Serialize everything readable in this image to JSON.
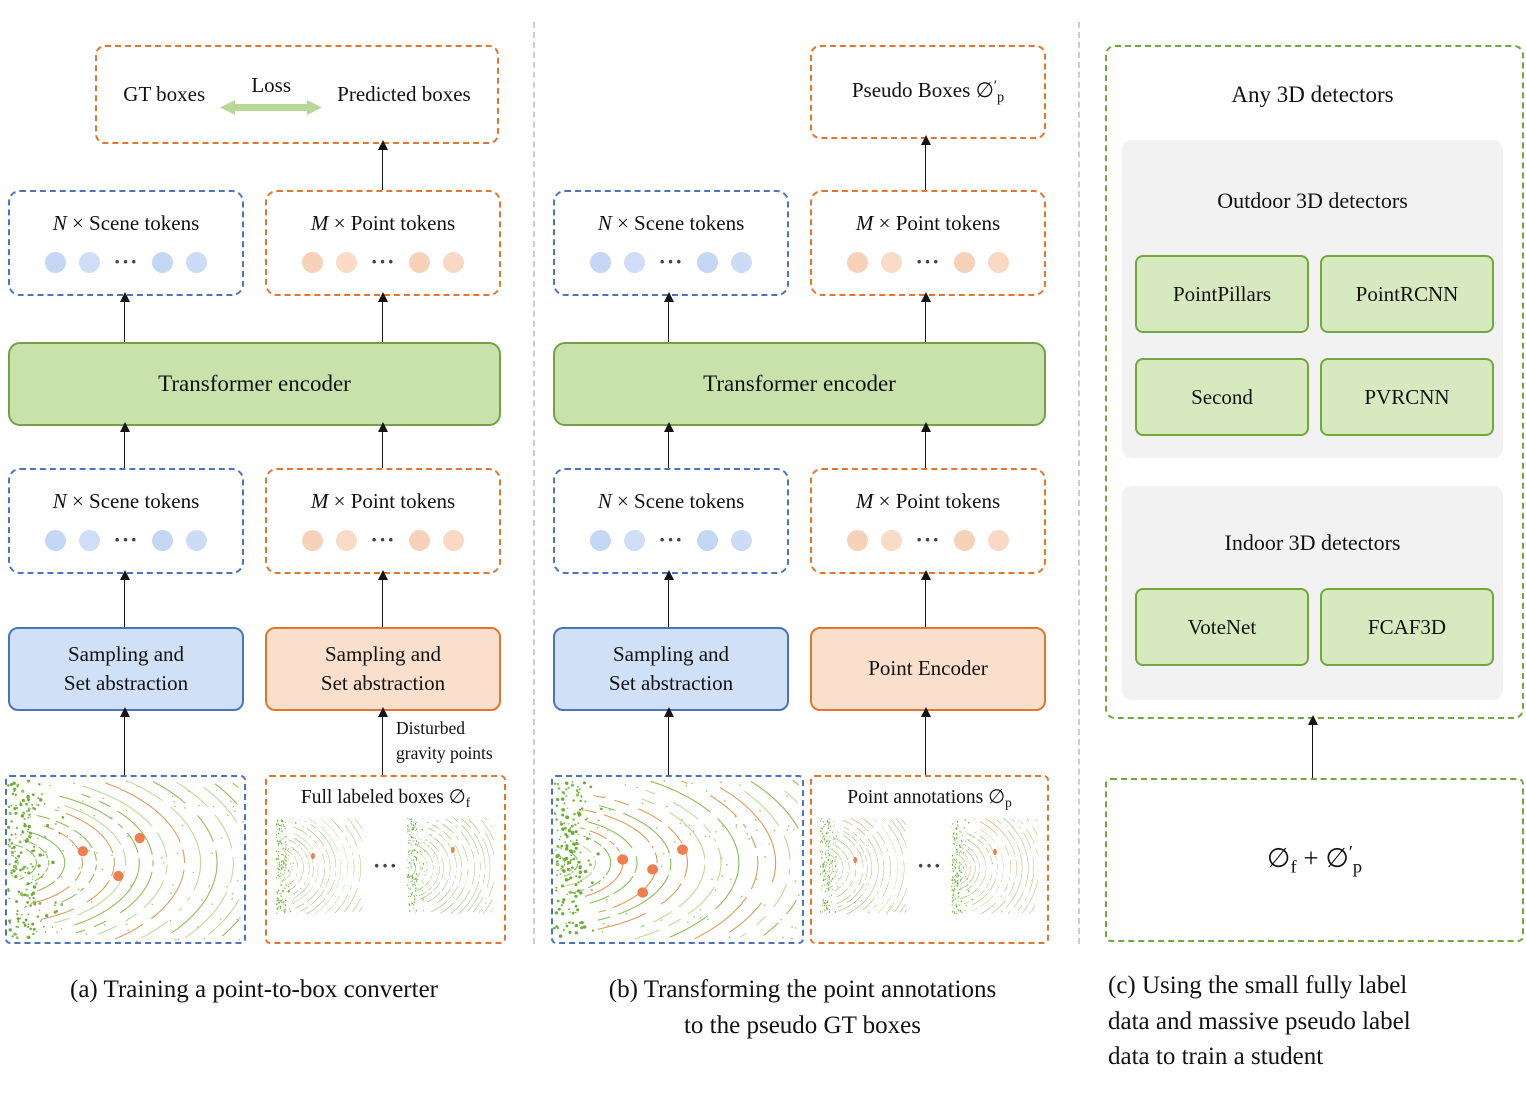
{
  "labels": {
    "scene_tokens": {
      "var": "N",
      "rest": " × Scene tokens"
    },
    "point_tokens": {
      "var": "M",
      "rest": " × Point tokens"
    },
    "cdots": "···"
  },
  "panel_a": {
    "caption": "(a) Training a point-to-box converter",
    "loss": {
      "left": "GT boxes",
      "label": "Loss",
      "right": "Predicted boxes"
    },
    "encoder": "Transformer encoder",
    "sampling_scene": {
      "line1": "Sampling and",
      "line2": "Set abstraction"
    },
    "sampling_point": {
      "line1": "Sampling and",
      "line2": "Set abstraction"
    },
    "disturbed": {
      "line1": "Disturbed",
      "line2": "gravity points"
    },
    "full_boxes": {
      "text": "Full labeled boxes ",
      "sym": "∅",
      "sub": "f"
    }
  },
  "panel_b": {
    "caption": {
      "line1": "(b) Transforming the point annotations",
      "line2": "to the pseudo GT boxes"
    },
    "pseudo_boxes": {
      "text": "Pseudo Boxes ",
      "sym": "∅",
      "prime": "′",
      "sub": "p"
    },
    "encoder": "Transformer encoder",
    "sampling_scene": {
      "line1": "Sampling and",
      "line2": "Set abstraction"
    },
    "point_encoder": "Point Encoder",
    "point_annotations": {
      "text": "Point annotations ",
      "sym": "∅",
      "sub": "p"
    }
  },
  "panel_c": {
    "caption": {
      "line1": "(c) Using the small fully label",
      "line2": "data and massive pseudo label",
      "line3": "data to train a student"
    },
    "title": "Any 3D detectors",
    "outdoor": {
      "title": "Outdoor 3D detectors",
      "buttons": [
        "PointPillars",
        "PointRCNN",
        "Second",
        "PVRCNN"
      ]
    },
    "indoor": {
      "title": "Indoor 3D detectors",
      "buttons": [
        "VoteNet",
        "FCAF3D"
      ]
    },
    "formula": {
      "sym1": "∅",
      "sub1": "f",
      "plus": " + ",
      "sym2": "∅",
      "prime": "′",
      "sub2": "p"
    }
  },
  "colors": {
    "blue": "#4a74c0",
    "orange": "#e2762d",
    "green": "#71a83c",
    "encoder_fill": "#c9e2ab",
    "token_blue": "#c3d6f4",
    "token_orange": "#f8d2b8",
    "loss_arrow_green": "#b8d897",
    "gray_panel": "#f2f2f2"
  }
}
